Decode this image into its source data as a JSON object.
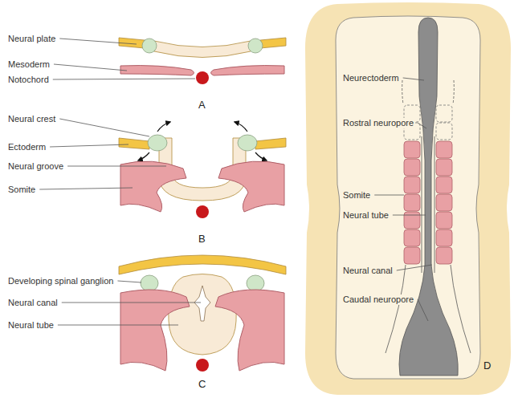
{
  "diagram": {
    "labels": [
      "Neural plate",
      "Mesoderm",
      "Notochord",
      "A",
      "Neural crest",
      "Ectoderm",
      "Neural groove",
      "Somite",
      "B",
      "Developing spinal ganglion",
      "Neural canal",
      "Neural tube",
      "C",
      "Neurectoderm",
      "Rostral neuropore",
      "Somite",
      "Neural tube",
      "Neural canal",
      "Caudal neuropore",
      "D"
    ]
  }
}
